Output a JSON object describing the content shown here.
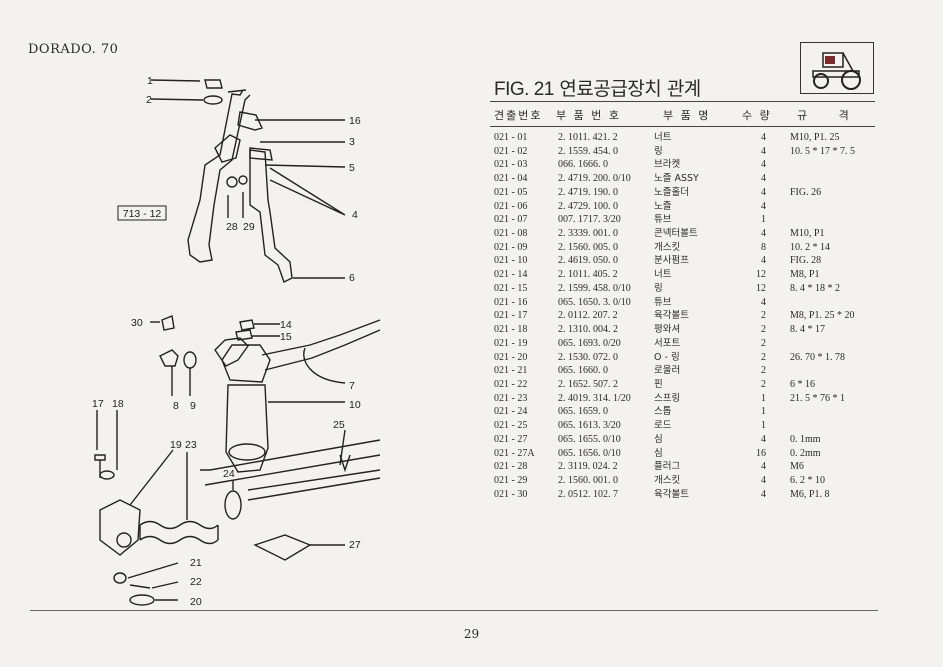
{
  "header": {
    "model": "DORADO. 70"
  },
  "figure": {
    "number": "FIG. 21",
    "title": "연료공급장치 관계"
  },
  "columns": {
    "code": "견출번호",
    "part_no": "부 품 번 호",
    "name": "부 품 명",
    "qty": "수 량",
    "spec": "규 격"
  },
  "rows": [
    {
      "code": "021 - 01",
      "part_no": "2. 1011. 421. 2",
      "name": "너트",
      "qty": "4",
      "spec": "M10,  P1. 25"
    },
    {
      "code": "021 - 02",
      "part_no": "2. 1559. 454. 0",
      "name": "링",
      "qty": "4",
      "spec": "10. 5 * 17 * 7. 5"
    },
    {
      "code": "021 - 03",
      "part_no": "066. 1666. 0",
      "name": "브라켓",
      "qty": "4",
      "spec": ""
    },
    {
      "code": "021 - 04",
      "part_no": "2. 4719. 200. 0/10",
      "name": "노즐 ASSY",
      "qty": "4",
      "spec": ""
    },
    {
      "code": "021 - 05",
      "part_no": "2. 4719. 190. 0",
      "name": "노즐홀더",
      "qty": "4",
      "spec": "FIG.  26"
    },
    {
      "code": "021 - 06",
      "part_no": "2. 4729. 100. 0",
      "name": "노즐",
      "qty": "4",
      "spec": ""
    },
    {
      "code": "021 - 07",
      "part_no": "007. 1717. 3/20",
      "name": "튜브",
      "qty": "1",
      "spec": ""
    },
    {
      "code": "021 - 08",
      "part_no": "2. 3339. 001. 0",
      "name": "콘넥터볼트",
      "qty": "4",
      "spec": "M10,  P1"
    },
    {
      "code": "021 - 09",
      "part_no": "2. 1560. 005. 0",
      "name": "개스킷",
      "qty": "8",
      "spec": "10. 2 * 14"
    },
    {
      "code": "021 - 10",
      "part_no": "2. 4619. 050. 0",
      "name": "분사펌프",
      "qty": "4",
      "spec": "FIG.  28"
    },
    {
      "code": "021 - 14",
      "part_no": "2. 1011. 405. 2",
      "name": "너트",
      "qty": "12",
      "spec": "M8,  P1"
    },
    {
      "code": "021 - 15",
      "part_no": "2. 1599. 458. 0/10",
      "name": "링",
      "qty": "12",
      "spec": "8. 4 * 18 * 2"
    },
    {
      "code": "021 - 16",
      "part_no": "065. 1650. 3. 0/10",
      "name": "튜브",
      "qty": "4",
      "spec": ""
    },
    {
      "code": "021 - 17",
      "part_no": "2. 0112. 207. 2",
      "name": "육각볼트",
      "qty": "2",
      "spec": "M8,  P1. 25 * 20"
    },
    {
      "code": "021 - 18",
      "part_no": "2. 1310. 004. 2",
      "name": "평와셔",
      "qty": "2",
      "spec": "8. 4 * 17"
    },
    {
      "code": "021 - 19",
      "part_no": "065. 1693. 0/20",
      "name": "서포트",
      "qty": "2",
      "spec": ""
    },
    {
      "code": "021 - 20",
      "part_no": "2. 1530. 072. 0",
      "name": "O - 링",
      "qty": "2",
      "spec": "26. 70 * 1. 78"
    },
    {
      "code": "021 - 21",
      "part_no": "065. 1660. 0",
      "name": "로울러",
      "qty": "2",
      "spec": ""
    },
    {
      "code": "021 - 22",
      "part_no": "2. 1652. 507. 2",
      "name": "핀",
      "qty": "2",
      "spec": "6 * 16"
    },
    {
      "code": "021 - 23",
      "part_no": "2. 4019. 314. 1/20",
      "name": "스프링",
      "qty": "1",
      "spec": "21. 5 * 76 * 1"
    },
    {
      "code": "021 - 24",
      "part_no": "065. 1659. 0",
      "name": "스톱",
      "qty": "1",
      "spec": ""
    },
    {
      "code": "021 - 25",
      "part_no": "065. 1613. 3/20",
      "name": "로드",
      "qty": "1",
      "spec": ""
    },
    {
      "code": "021 - 27",
      "part_no": "065. 1655. 0/10",
      "name": "심",
      "qty": "4",
      "spec": "0. 1mm"
    },
    {
      "code": "021 - 27A",
      "part_no": "065. 1656. 0/10",
      "name": "심",
      "qty": "16",
      "spec": "0. 2mm"
    },
    {
      "code": "021 - 28",
      "part_no": "2. 3119. 024. 2",
      "name": "플러그",
      "qty": "4",
      "spec": "M6"
    },
    {
      "code": "021 - 29",
      "part_no": "2. 1560. 001. 0",
      "name": "개스킷",
      "qty": "4",
      "spec": "6. 2 * 10"
    },
    {
      "code": "021 - 30",
      "part_no": "2. 0512. 102. 7",
      "name": "육각볼트",
      "qty": "4",
      "spec": "M6,  P1. 8"
    }
  ],
  "diagram": {
    "ref_box": "713 - 12",
    "labels": [
      "1",
      "2",
      "16",
      "3",
      "5",
      "4",
      "6",
      "28",
      "29",
      "30",
      "14",
      "15",
      "7",
      "10",
      "8",
      "9",
      "17",
      "18",
      "19",
      "23",
      "25",
      "24",
      "21",
      "22",
      "20",
      "27"
    ]
  },
  "page_number": "29"
}
